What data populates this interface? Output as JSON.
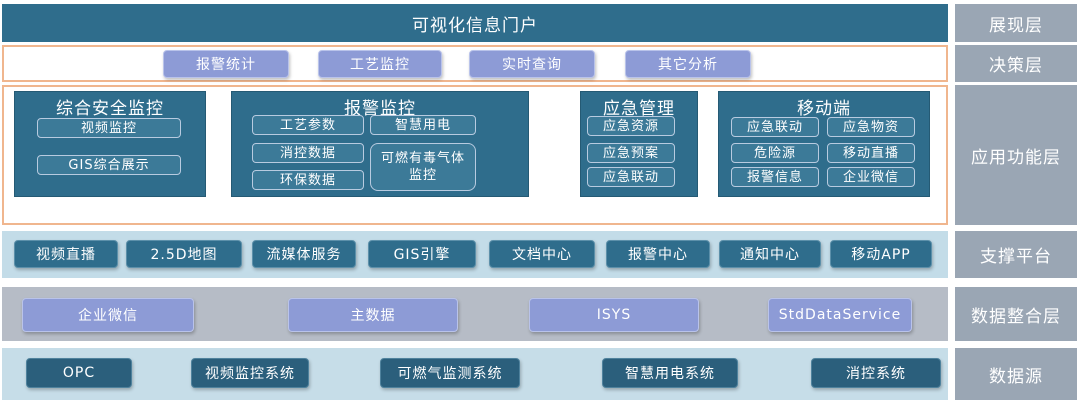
{
  "presentation": {
    "title": "可视化信息门户",
    "layer": "展现层"
  },
  "decision": {
    "layer": "决策层",
    "items": [
      "报警统计",
      "工艺监控",
      "实时查询",
      "其它分析"
    ]
  },
  "application": {
    "layer": "应用功能层",
    "groups": [
      {
        "title": "综合安全监控",
        "items": [
          "视频监控",
          "GIS综合展示"
        ]
      },
      {
        "title": "报警监控",
        "items": [
          "工艺参数",
          "智慧用电",
          "消控数据",
          "可燃有毒气体监控",
          "环保数据"
        ]
      },
      {
        "title": "应急管理",
        "items": [
          "应急资源",
          "应急预案",
          "应急联动"
        ]
      },
      {
        "title": "移动端",
        "items": [
          "应急联动",
          "应急物资",
          "危险源",
          "移动直播",
          "报警信息",
          "企业微信"
        ]
      }
    ]
  },
  "support": {
    "layer": "支撑平台",
    "items": [
      "视频直播",
      "2.5D地图",
      "流媒体服务",
      "GIS引擎",
      "文档中心",
      "报警中心",
      "通知中心",
      "移动APP"
    ]
  },
  "integration": {
    "layer": "数据整合层",
    "items": [
      "企业微信",
      "主数据",
      "ISYS",
      "StdDataService"
    ]
  },
  "source": {
    "layer": "数据源",
    "items": [
      "OPC",
      "视频监控系统",
      "可燃气监测系统",
      "智慧用电系统",
      "消控系统"
    ]
  },
  "colors": {
    "primary": "#2f6d8c",
    "label_bg": "#9aa6b4",
    "lavender": "#8d9bd6",
    "outline": "#f0b68e"
  }
}
